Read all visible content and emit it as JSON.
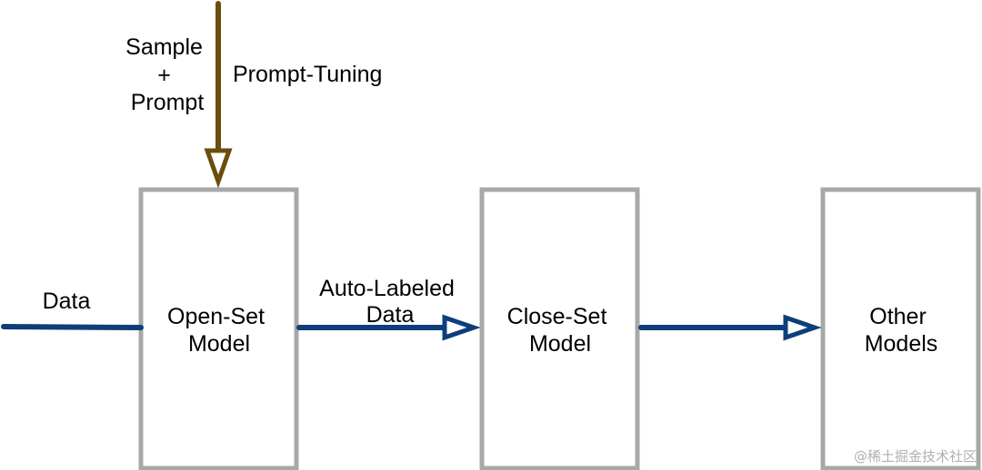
{
  "nodes": {
    "open_set_model": {
      "lines": [
        "Open-Set",
        "Model"
      ]
    },
    "close_set_model": {
      "lines": [
        "Close-Set",
        "Model"
      ]
    },
    "other_models": {
      "lines": [
        "Other",
        "Models"
      ]
    }
  },
  "edges": {
    "data_input": {
      "label": "Data"
    },
    "prompt_input": {
      "label_lines": [
        "Sample",
        "+",
        "Prompt"
      ]
    },
    "prompt_tuning": {
      "label": "Prompt-Tuning"
    },
    "auto_labeled": {
      "label_lines": [
        "Auto-Labeled",
        "Data"
      ]
    },
    "close_to_other": {
      "label": ""
    }
  },
  "watermark": {
    "text": "@稀土掘金技术社区"
  },
  "colors": {
    "box_stroke": "#a8a8a8",
    "flow_arrow": "#0d3e7a",
    "prompt_arrow": "#6b4d0c",
    "text": "#000000",
    "watermark": "#b0b0b0"
  }
}
